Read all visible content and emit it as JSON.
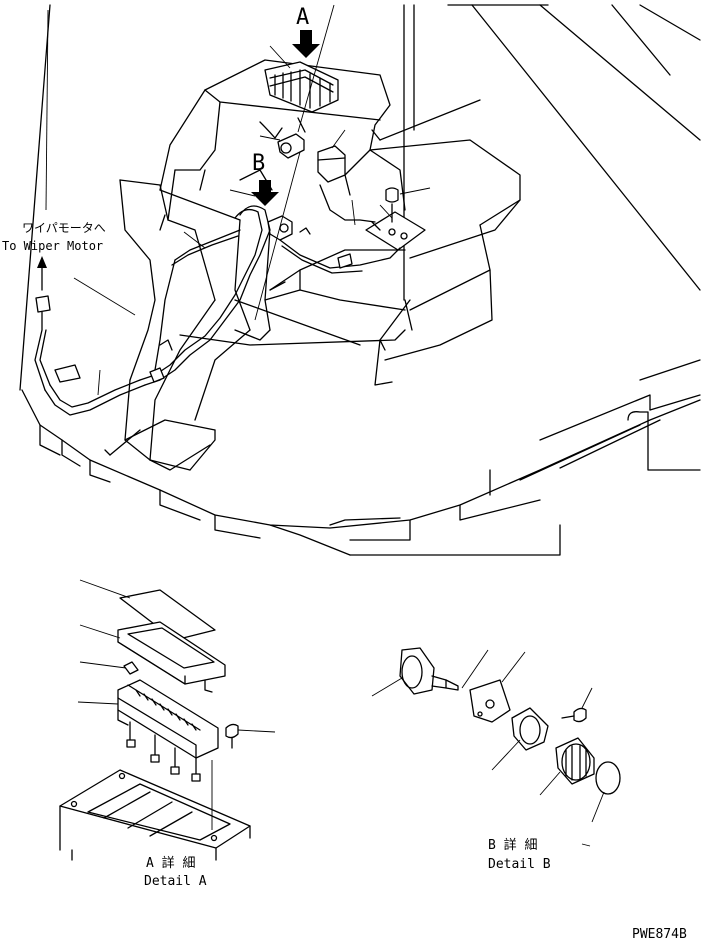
{
  "labels": {
    "view_a": "A",
    "view_b": "B",
    "wiper_jp": "ワイパモータへ",
    "wiper_en": "To Wiper Motor",
    "detail_a_jp": "A 詳 細",
    "detail_a_en": "Detail A",
    "detail_b_jp": "B 詳 細",
    "detail_b_en": "Detail B",
    "drawing_no": "PWE874B"
  }
}
